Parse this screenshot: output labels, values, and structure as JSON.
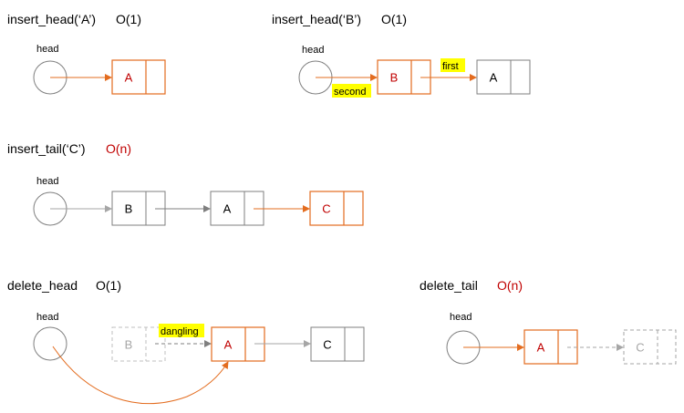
{
  "colors": {
    "orange": "#e36c1f",
    "gray": "#7f7f7f",
    "light_gray": "#a6a6a6",
    "red_text": "#c00000",
    "highlight": "#ffff00"
  },
  "panels": {
    "insert_head_a": {
      "title": "insert_head(‘A’)",
      "complexity": "O(1)",
      "head_label": "head",
      "node_a": "A"
    },
    "insert_head_b": {
      "title": "insert_head(‘B’)",
      "complexity": "O(1)",
      "head_label": "head",
      "node_b": "B",
      "node_a": "A",
      "label_first": "first",
      "label_second": "second"
    },
    "insert_tail_c": {
      "title": "insert_tail(‘C’)",
      "complexity": "O(n)",
      "head_label": "head",
      "node_b": "B",
      "node_a": "A",
      "node_c": "C"
    },
    "delete_head": {
      "title": "delete_head",
      "complexity": "O(1)",
      "head_label": "head",
      "node_b": "B",
      "node_a": "A",
      "node_c": "C",
      "label_dangling": "dangling"
    },
    "delete_tail": {
      "title": "delete_tail",
      "complexity": "O(n)",
      "head_label": "head",
      "node_a": "A",
      "node_c": "C"
    }
  }
}
